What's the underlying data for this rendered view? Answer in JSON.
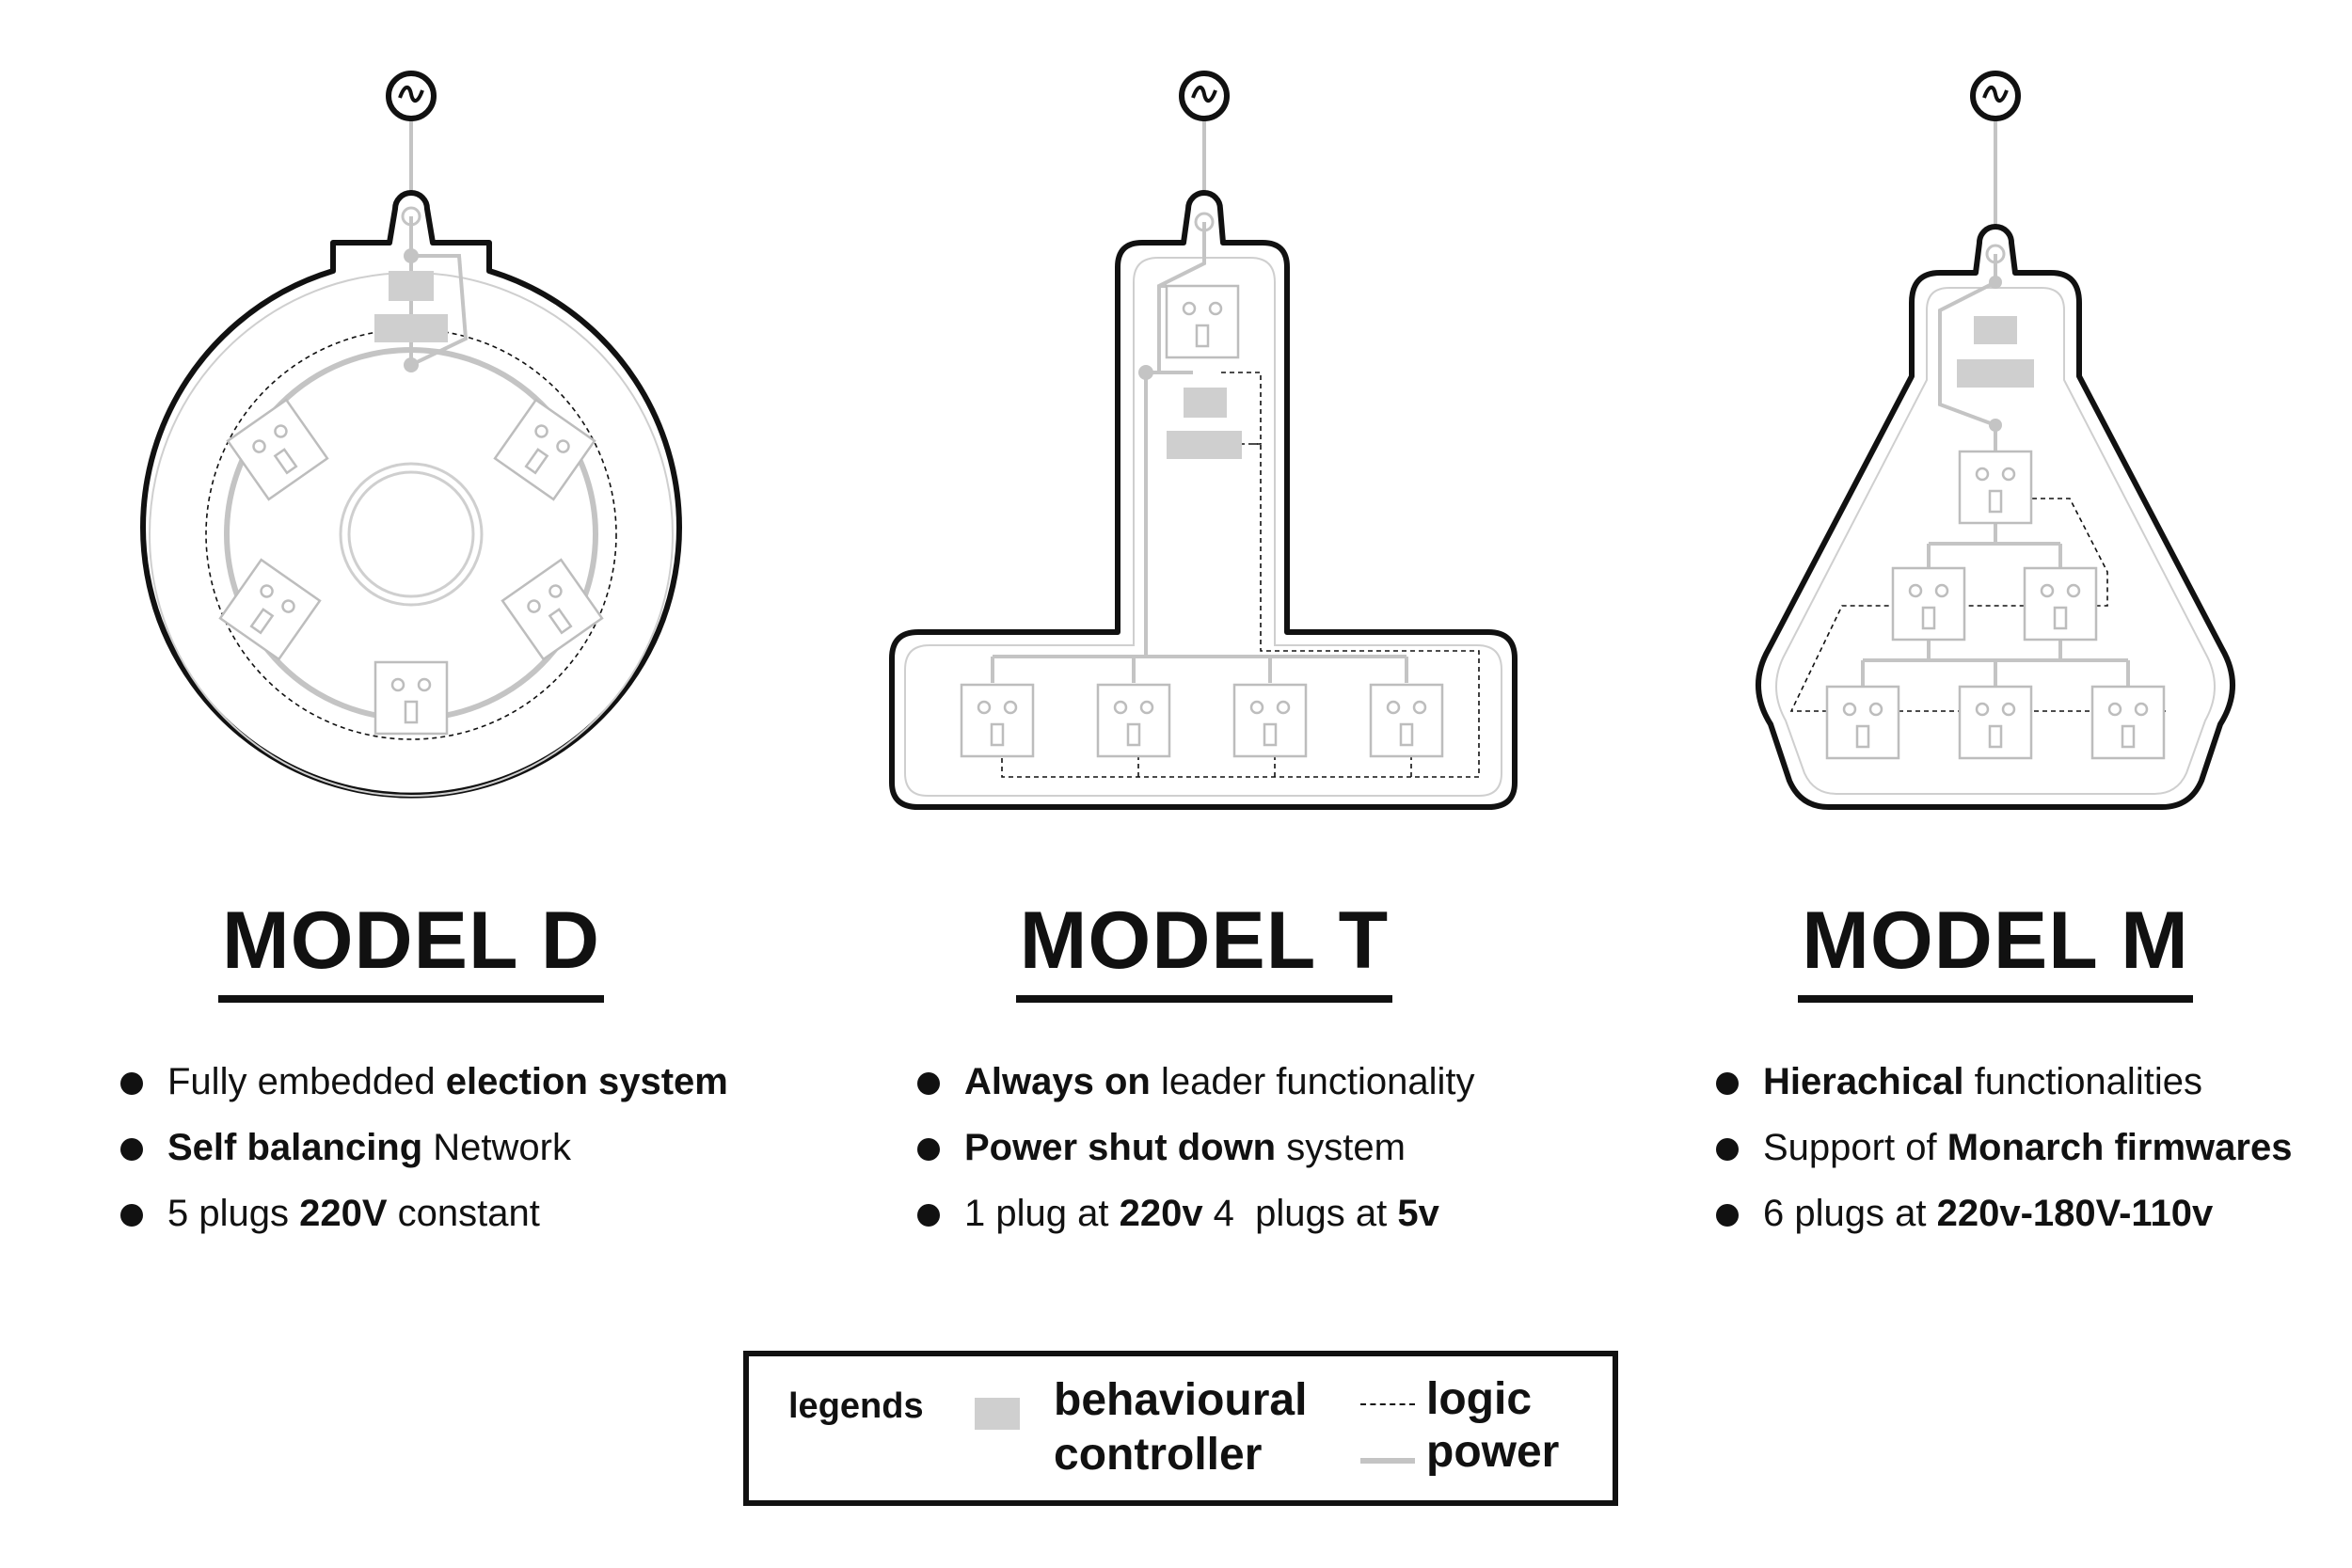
{
  "models": [
    {
      "title": "MODEL D",
      "features": [
        {
          "pre": "Fully embedded ",
          "bold": "election system",
          "post": ""
        },
        {
          "pre": "",
          "bold": "Self balancing",
          "post": " Network"
        },
        {
          "pre": "5 plugs ",
          "bold": "220V",
          "post": " constant"
        }
      ]
    },
    {
      "title": "MODEL T",
      "features": [
        {
          "pre": "",
          "bold": "Always on",
          "post": " leader functionality"
        },
        {
          "pre": "",
          "bold": "Power shut down",
          "post": " system"
        },
        {
          "pre": "1 plug at ",
          "bold": "220v",
          "post": " 4  plugs at ",
          "bold2": "5v"
        }
      ]
    },
    {
      "title": "MODEL M",
      "features": [
        {
          "pre": "",
          "bold": "Hierachical",
          "post": " functionalities"
        },
        {
          "pre": "Support of ",
          "bold": "Monarch firmwares",
          "post": ""
        },
        {
          "pre": "6 plugs at ",
          "bold": "220v-180V-110v",
          "post": ""
        }
      ]
    }
  ],
  "legend": {
    "title": "legends",
    "controller": "behavioural controller",
    "logic": "logic",
    "power": "power"
  },
  "colors": {
    "outline": "#111111",
    "power_line": "#c4c4c4",
    "controller": "#cfcfcf",
    "socket": "#bdbdbd"
  },
  "icons": [
    "ac-source-icon"
  ]
}
